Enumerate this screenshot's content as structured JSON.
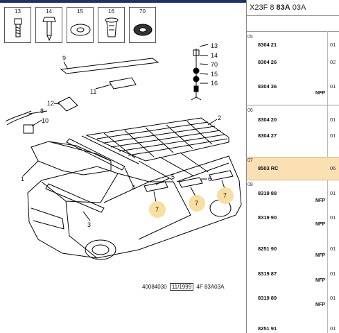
{
  "fasteners": [
    {
      "num": "13",
      "icon": "bolt-icon"
    },
    {
      "num": "14",
      "icon": "screw-icon"
    },
    {
      "num": "15",
      "icon": "washer-icon"
    },
    {
      "num": "16",
      "icon": "plug-icon"
    },
    {
      "num": "70",
      "icon": "toothed-washer-icon"
    }
  ],
  "callouts": {
    "c1": "1",
    "c2": "2",
    "c3": "3",
    "c4": "4",
    "c5": "5",
    "c6": "6",
    "c7a": "7",
    "c7b": "7",
    "c7c": "7",
    "c8": "8",
    "c9": "9",
    "c10": "10",
    "c11": "11",
    "c12": "12",
    "s13": "13",
    "s14": "14",
    "s70": "70",
    "s15": "15",
    "s16": "16"
  },
  "caption": {
    "code": "40084030",
    "date": "11/1999",
    "ref": "4F 83A03A"
  },
  "panel": {
    "title_a": "X23F 8 ",
    "title_b": "83A",
    "title_c": " 03A",
    "groups": [
      {
        "num": "05",
        "rows": [
          {
            "ref": "8304 21",
            "qty": "01",
            "nfp": ""
          },
          {
            "ref": "8304 26",
            "qty": "02",
            "nfp": ""
          },
          {
            "ref": "8304 36",
            "qty": "01",
            "nfp": "NFP"
          }
        ]
      },
      {
        "num": "06",
        "rows": [
          {
            "ref": "8304 20",
            "qty": "01",
            "nfp": ""
          },
          {
            "ref": "8304 27",
            "qty": "01",
            "nfp": ""
          }
        ]
      },
      {
        "num": "07",
        "rows": [
          {
            "ref": "8503 RC",
            "qty": "06",
            "nfp": ""
          }
        ]
      },
      {
        "num": "08",
        "rows": [
          {
            "ref": "8319 88",
            "qty": "01",
            "nfp": "NFP"
          },
          {
            "ref": "8319 90",
            "qty": "01",
            "nfp": "NFP"
          },
          {
            "ref": "8251 90",
            "qty": "01",
            "nfp": "NFP"
          },
          {
            "ref": "8319 87",
            "qty": "01",
            "nfp": "NFP"
          },
          {
            "ref": "8319 89",
            "qty": "01",
            "nfp": "NFP"
          },
          {
            "ref": "8251 91",
            "qty": "01",
            "nfp": ""
          }
        ]
      }
    ]
  }
}
